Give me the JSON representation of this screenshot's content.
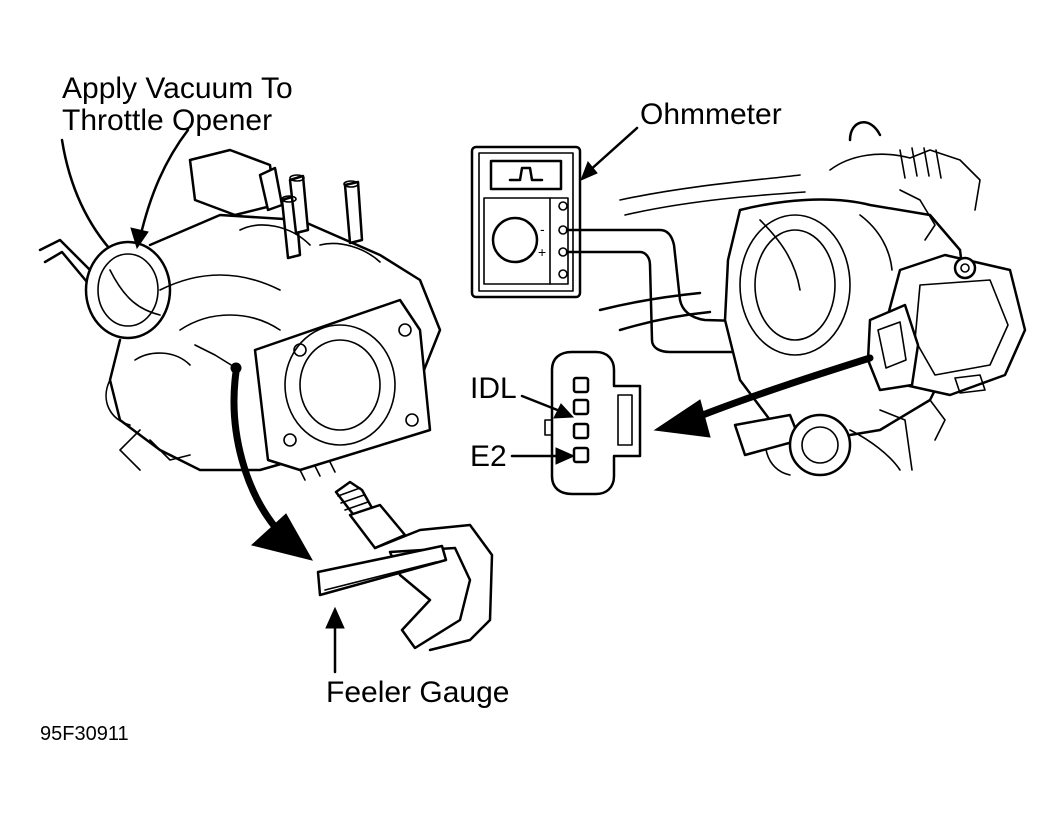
{
  "labels": {
    "vacuum_line1": "Apply Vacuum To",
    "vacuum_line2": "Throttle Opener",
    "ohmmeter": "Ohmmeter",
    "idl": "IDL",
    "e2": "E2",
    "feeler_gauge": "Feeler Gauge",
    "figure_id": "95F30911"
  },
  "meter": {
    "minus_symbol": "-",
    "plus_symbol": "+"
  }
}
